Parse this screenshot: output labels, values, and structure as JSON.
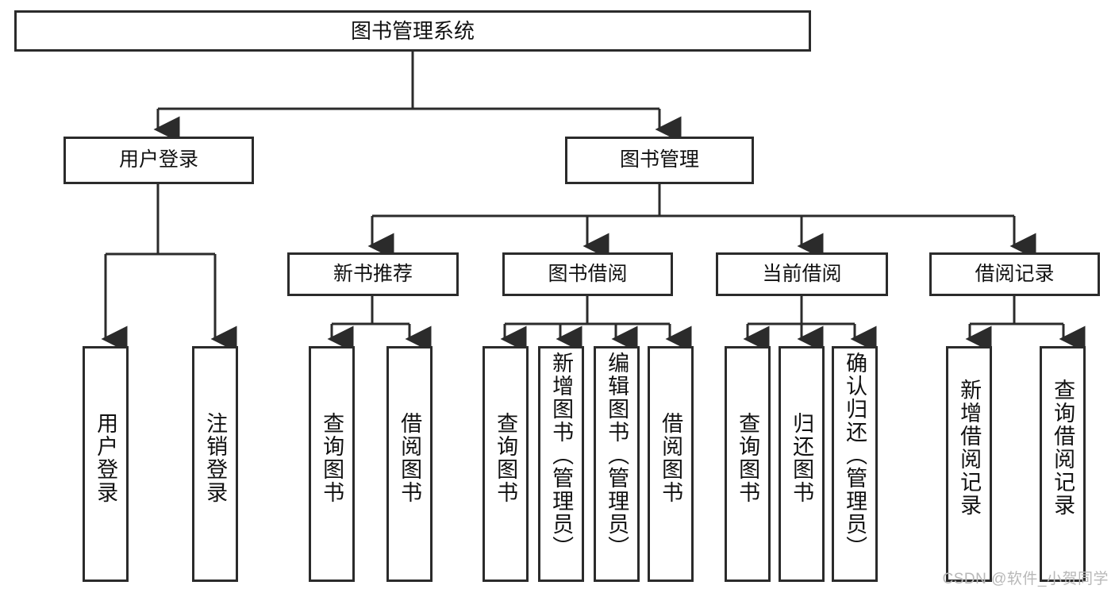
{
  "diagram": {
    "title": "图书管理系统",
    "type": "tree-hierarchy",
    "root": {
      "label": "图书管理系统"
    },
    "level2": [
      {
        "label": "用户登录"
      },
      {
        "label": "图书管理"
      }
    ],
    "level3": [
      {
        "label": "新书推荐"
      },
      {
        "label": "图书借阅"
      },
      {
        "label": "当前借阅"
      },
      {
        "label": "借阅记录"
      }
    ],
    "leaves": {
      "user_login": [
        {
          "label": "用户登录"
        },
        {
          "label": "注销登录"
        }
      ],
      "new_book_recommend": [
        {
          "label": "查询图书"
        },
        {
          "label": "借阅图书"
        }
      ],
      "book_borrow": [
        {
          "label": "查询图书"
        },
        {
          "label": "新增图书（管理员）"
        },
        {
          "label": "编辑图书（管理员）"
        },
        {
          "label": "借阅图书"
        }
      ],
      "current_borrow": [
        {
          "label": "查询图书"
        },
        {
          "label": "归还图书"
        },
        {
          "label": "确认归还（管理员）"
        }
      ],
      "borrow_record": [
        {
          "label": "新增借阅记录"
        },
        {
          "label": "查询借阅记录"
        }
      ]
    },
    "colors": {
      "stroke": "#2b2b2b",
      "fill": "#ffffff",
      "text": "#111111",
      "watermark": "#b8b8b8"
    }
  },
  "watermark": {
    "text": "CSDN @软件_小贺同学"
  }
}
